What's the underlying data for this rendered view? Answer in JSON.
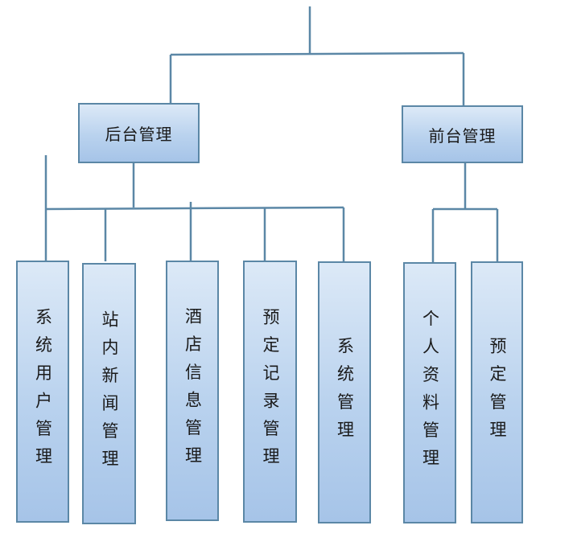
{
  "diagram": {
    "level1": [
      {
        "id": "backend",
        "label": "后台管理"
      },
      {
        "id": "frontend",
        "label": "前台管理"
      }
    ],
    "backend_children": [
      {
        "id": "sys-user",
        "label": "系统用户管理"
      },
      {
        "id": "news",
        "label": "站内新闻管理"
      },
      {
        "id": "hotel",
        "label": "酒店信息管理"
      },
      {
        "id": "booking-record",
        "label": "预定记录管理"
      },
      {
        "id": "system",
        "label": "系统管理"
      }
    ],
    "frontend_children": [
      {
        "id": "profile",
        "label": "个人资料管理"
      },
      {
        "id": "booking",
        "label": "预定管理"
      }
    ]
  },
  "colors": {
    "box_fill_top": "#dce9f7",
    "box_fill_bottom": "#a6c4e8",
    "box_border": "#5b87a6",
    "line": "#5b87a6",
    "text": "#1a1a1a"
  }
}
